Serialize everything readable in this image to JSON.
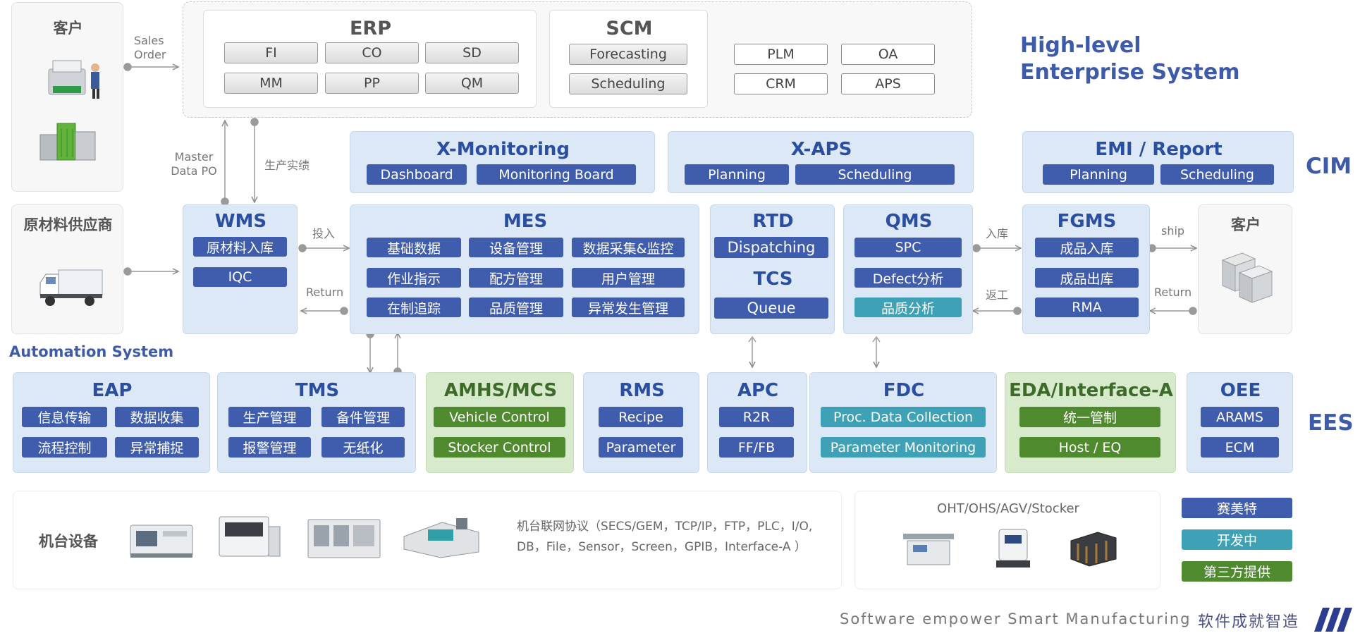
{
  "erp": {
    "title": "ERP",
    "items": [
      "FI",
      "CO",
      "SD",
      "MM",
      "PP",
      "QM"
    ]
  },
  "scm": {
    "title": "SCM",
    "items": [
      "Forecasting",
      "Scheduling"
    ]
  },
  "other_enterprise": {
    "items": [
      "PLM",
      "OA",
      "CRM",
      "APS"
    ]
  },
  "high_level_label": {
    "line1": "High-level",
    "line2": "Enterprise System"
  },
  "customer_top": {
    "title": "客户"
  },
  "supplier": {
    "title": "原材料供应商"
  },
  "customer_right": {
    "title": "客户"
  },
  "arrow_labels": {
    "sales_order_line1": "Sales",
    "sales_order_line2": "Order",
    "master_po_line1": "Master",
    "master_po_line2": "Data PO",
    "production_report": "生产实绩",
    "input": "投入",
    "return_left": "Return",
    "inbound": "入库",
    "rework": "返工",
    "ship": "ship",
    "return_right": "Return"
  },
  "x_monitoring": {
    "title": "X-Monitoring",
    "items": [
      "Dashboard",
      "Monitoring Board"
    ]
  },
  "x_aps": {
    "title": "X-APS",
    "items": [
      "Planning",
      "Scheduling"
    ]
  },
  "emi": {
    "title": "EMI / Report",
    "items": [
      "Planning",
      "Scheduling"
    ]
  },
  "cim_label": "CIM",
  "wms": {
    "title": "WMS",
    "items": [
      "原材料入库",
      "IQC"
    ]
  },
  "mes": {
    "title": "MES",
    "items": [
      "基础数据",
      "设备管理",
      "数据采集&监控",
      "作业指示",
      "配方管理",
      "用户管理",
      "在制追踪",
      "品质管理",
      "异常发生管理"
    ]
  },
  "rtd": {
    "title": "RTD",
    "item": "Dispatching",
    "title2": "TCS",
    "item2": "Queue"
  },
  "qms": {
    "title": "QMS",
    "items": [
      "SPC",
      "Defect分析",
      "品质分析"
    ]
  },
  "fgms": {
    "title": "FGMS",
    "items": [
      "成品入库",
      "成品出库",
      "RMA"
    ]
  },
  "automation_label": "Automation  System",
  "eap": {
    "title": "EAP",
    "items": [
      "信息传输",
      "数据收集",
      "流程控制",
      "异常捕捉"
    ]
  },
  "tms": {
    "title": "TMS",
    "items": [
      "生产管理",
      "备件管理",
      "报警管理",
      "无纸化"
    ]
  },
  "amhs": {
    "title": "AMHS/MCS",
    "items": [
      "Vehicle Control",
      "Stocker Control"
    ]
  },
  "rms": {
    "title": "RMS",
    "items": [
      "Recipe",
      "Parameter"
    ]
  },
  "apc": {
    "title": "APC",
    "items": [
      "R2R",
      "FF/FB"
    ]
  },
  "fdc": {
    "title": "FDC",
    "items": [
      "Proc. Data  Collection",
      "Parameter  Monitoring"
    ]
  },
  "eda": {
    "title": "EDA/Interface-A",
    "items": [
      "统一管制",
      "Host / EQ"
    ]
  },
  "oee": {
    "title": "OEE",
    "items": [
      "ARAMS",
      "ECM"
    ]
  },
  "ees_label": "EES",
  "equipment": {
    "title": "机台设备",
    "protocol_line1": "机台联网协议（SECS/GEM，TCP/IP，FTP，PLC，I/O,",
    "protocol_line2": "DB，File，Sensor，Screen，GPIB，Interface-A ）"
  },
  "transport": {
    "title": "OHT/OHS/AGV/Stocker"
  },
  "legend": {
    "items": [
      "赛美特",
      "开发中",
      "第三方提供"
    ]
  },
  "footer": {
    "slogan_en": "Software empower Smart Manufacturing",
    "slogan_cn": "软件成就智造"
  },
  "colors": {
    "accent_blue": "#3f5dac",
    "teal": "#3ea1b5",
    "green": "#4f8a2f",
    "title_blue": "#2a4ea1",
    "panel_blue": "#dce8f5",
    "panel_green": "#d7ebcc"
  }
}
